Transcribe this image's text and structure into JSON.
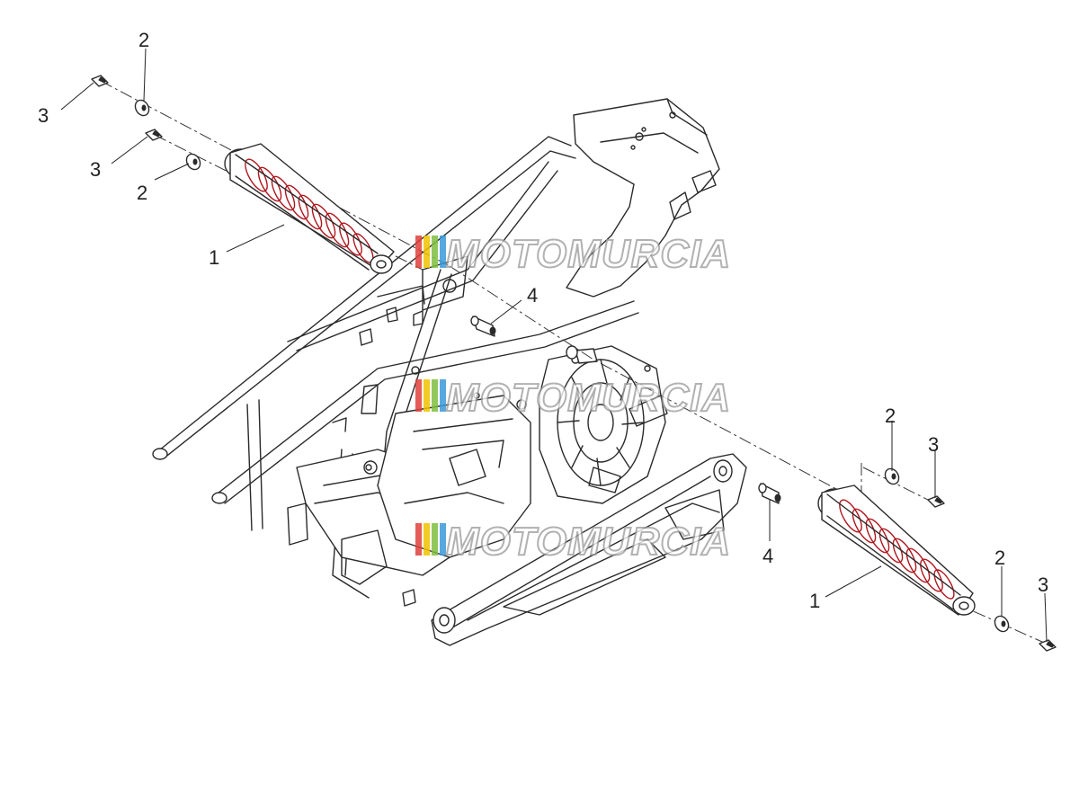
{
  "callouts": [
    {
      "id": "c2a",
      "label": "2"
    },
    {
      "id": "c3a",
      "label": "3"
    },
    {
      "id": "c3b",
      "label": "3"
    },
    {
      "id": "c2b",
      "label": "2"
    },
    {
      "id": "c1a",
      "label": "1"
    },
    {
      "id": "c4a",
      "label": "4"
    },
    {
      "id": "c2c",
      "label": "2"
    },
    {
      "id": "c3c",
      "label": "3"
    },
    {
      "id": "c4b",
      "label": "4"
    },
    {
      "id": "c2d",
      "label": "2"
    },
    {
      "id": "c3d",
      "label": "3"
    },
    {
      "id": "c1b",
      "label": "1"
    }
  ],
  "watermark": {
    "text": "MOTOMURCIA",
    "colors": [
      "#e0403a",
      "#f2c200",
      "#7fbf3f",
      "#3a9ad9"
    ]
  },
  "colors": {
    "line": "#2a2a2a",
    "spring": "#b0161e"
  }
}
